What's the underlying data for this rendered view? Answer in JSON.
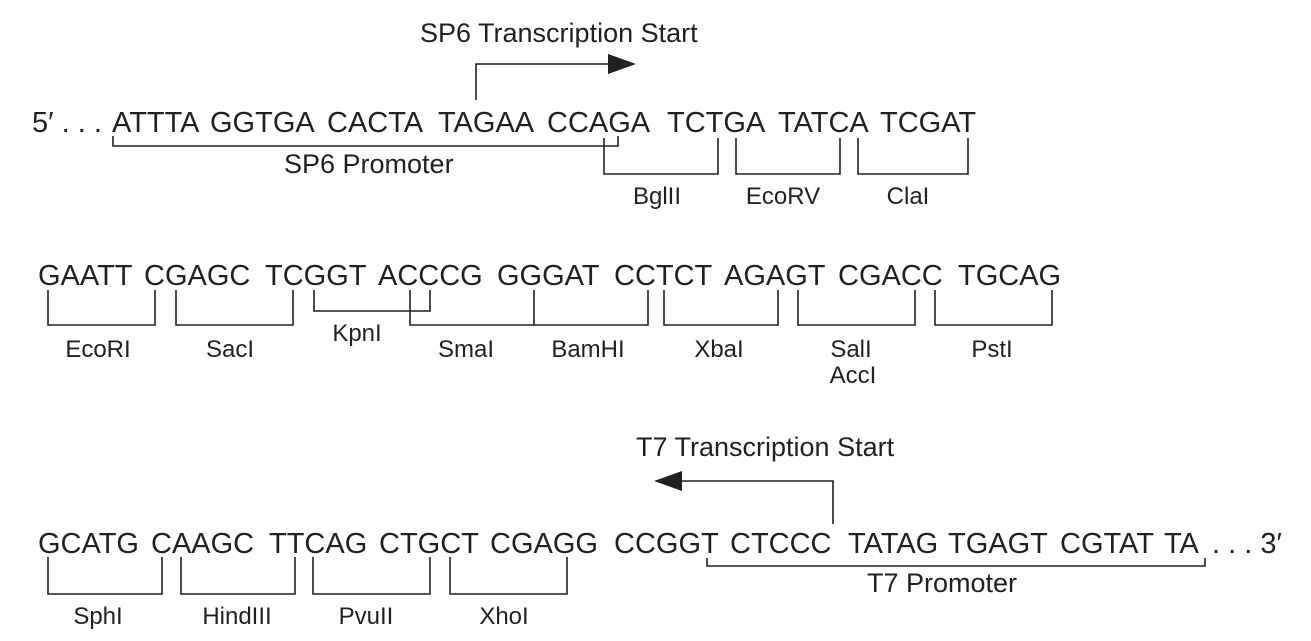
{
  "row1": {
    "prefix": "5′ . . .",
    "groups": [
      "ATTTA",
      "GGTGA",
      "CACTA",
      "TAGAA",
      "CCAGA",
      "TCTGA",
      "TATCA",
      "TCGAT"
    ],
    "transcription_label": "SP6 Transcription Start",
    "promoter_label": "SP6 Promoter",
    "sites": [
      "BglII",
      "EcoRV",
      "ClaI"
    ]
  },
  "row2": {
    "groups": [
      "GAATT",
      "CGAGC",
      "TCGGT",
      "ACCCG",
      "GGGAT",
      "CCTCT",
      "AGAGT",
      "CGACC",
      "TGCAG"
    ],
    "sites": [
      "EcoRI",
      "SacI",
      "KpnI",
      "SmaI",
      "BamHI",
      "XbaI",
      "SalI",
      "AccI",
      "PstI"
    ]
  },
  "row3": {
    "groups": [
      "GCATG",
      "CAAGC",
      "TTCAG",
      "CTGCT",
      "CGAGG",
      "CCGGT",
      "CTCCC",
      "TATAG",
      "TGAGT",
      "CGTAT",
      "TA"
    ],
    "suffix": ". . . 3′",
    "transcription_label": "T7 Transcription Start",
    "promoter_label": "T7 Promoter",
    "sites": [
      "SphI",
      "HindIII",
      "PvuII",
      "XhoI"
    ]
  }
}
